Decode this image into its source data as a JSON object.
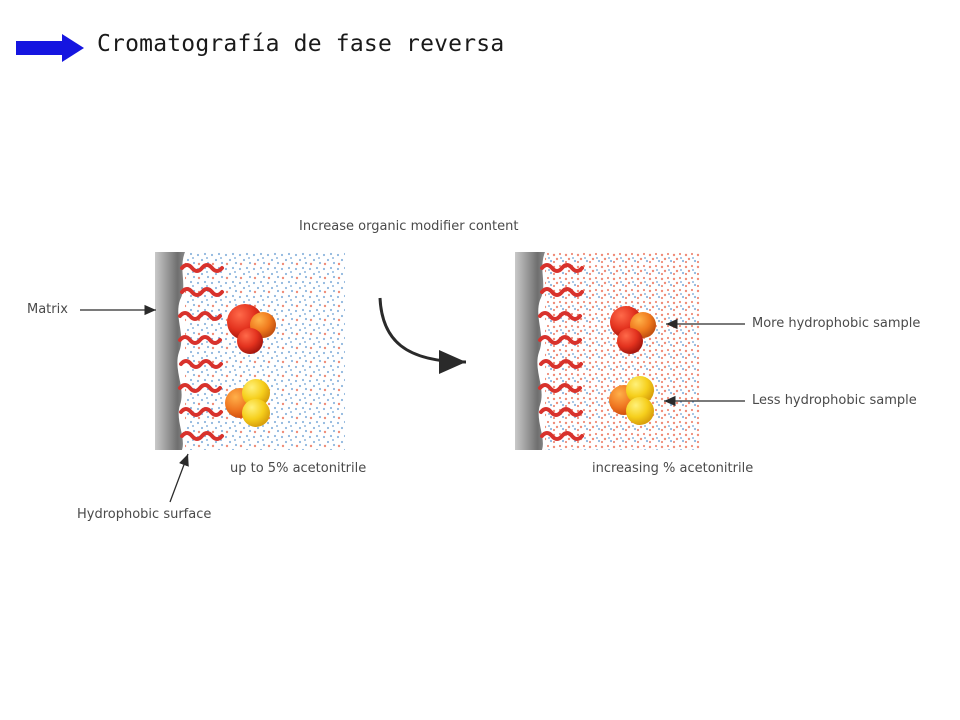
{
  "slide": {
    "title": "Cromatografía de fase reversa",
    "bullet_icon": "right-arrow-icon",
    "bullet_color": "#1515e0"
  },
  "diagram": {
    "top_label": "Increase organic modifier content",
    "matrix_label": "Matrix",
    "surface_label": "Hydrophobic surface",
    "left_caption": "up to 5% acetonitrile",
    "right_caption": "increasing % acetonitrile",
    "more_label": "More hydrophobic sample",
    "less_label": "Less hydrophobic sample",
    "colors": {
      "chain": "#d8322c",
      "matrix": "#8e8e8e",
      "solvent_dot_blue": "#8fb6de",
      "solvent_dot_red": "#ef8c78",
      "more_sample": "#e8461f",
      "less_sample": "#f5c81e",
      "arrow": "#2a2a2a"
    }
  }
}
